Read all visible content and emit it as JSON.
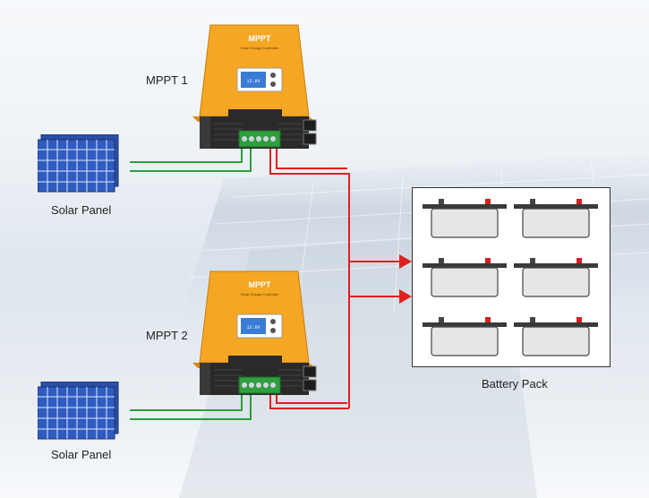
{
  "controllers": [
    {
      "id": "mppt1",
      "label": "MPPT 1",
      "brand": "MPPT",
      "subtitle": "Solar Charge Controller",
      "lcd_text": "12.8V"
    },
    {
      "id": "mppt2",
      "label": "MPPT 2",
      "brand": "MPPT",
      "subtitle": "Solar Charge Controller",
      "lcd_text": "12.8V"
    }
  ],
  "solar_panels": [
    {
      "label": "Solar Panel"
    },
    {
      "label": "Solar Panel"
    }
  ],
  "battery_pack": {
    "label": "Battery Pack",
    "battery_count": 6
  },
  "colors": {
    "controller_body": "#f5a623",
    "controller_dark": "#2a2a2a",
    "pv_wire": "#2e9e3a",
    "battery_wire": "#e02020",
    "lcd": "#3a7bd5",
    "panel": "#2a4fa8"
  }
}
